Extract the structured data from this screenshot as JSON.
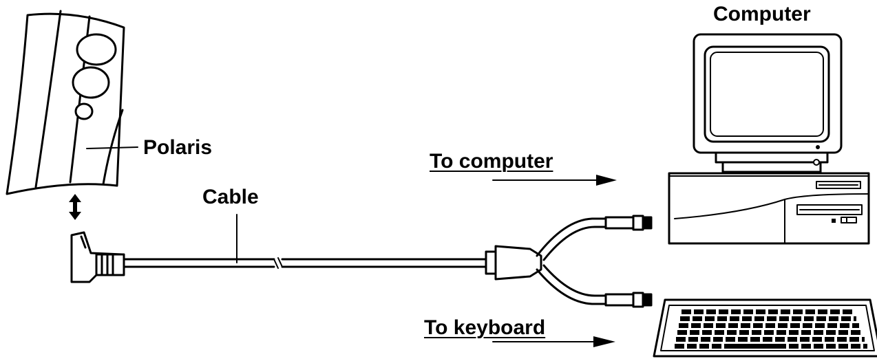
{
  "labels": {
    "computer": "Computer",
    "polaris": "Polaris",
    "cable": "Cable",
    "to_computer": "To computer",
    "to_keyboard": "To keyboard"
  },
  "colors": {
    "ink": "#000000",
    "paper": "#ffffff"
  }
}
